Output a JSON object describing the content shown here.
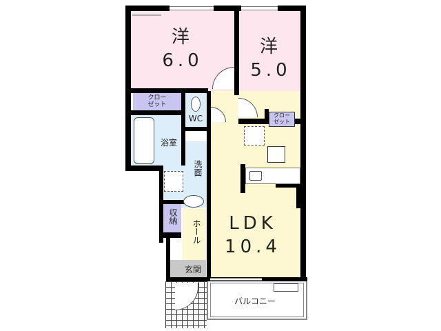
{
  "floorplan": {
    "rooms": {
      "western_room_1": {
        "label": "洋",
        "size": "6.0"
      },
      "western_room_2": {
        "label": "洋",
        "size": "5.0"
      },
      "closet_1": {
        "line1": "クロー",
        "line2": "ゼット"
      },
      "closet_2": {
        "line1": "クロー",
        "line2": "ゼット"
      },
      "toilet": {
        "label": "WC"
      },
      "bathroom": {
        "label": "浴室"
      },
      "washroom": {
        "label": "洗面"
      },
      "storage": {
        "label": "収納"
      },
      "hall": {
        "label": "ホール"
      },
      "entrance": {
        "label": "玄関"
      },
      "ldk": {
        "label": "LDK",
        "size": "10.4"
      },
      "balcony": {
        "label": "バルコニー"
      }
    },
    "colors": {
      "western": "#fde6ee",
      "ldk": "#fdf8d2",
      "wet": "#dceefa",
      "closet": "#c8c6f0",
      "entrance": "#c8c8c8",
      "wall": "#000000"
    }
  }
}
